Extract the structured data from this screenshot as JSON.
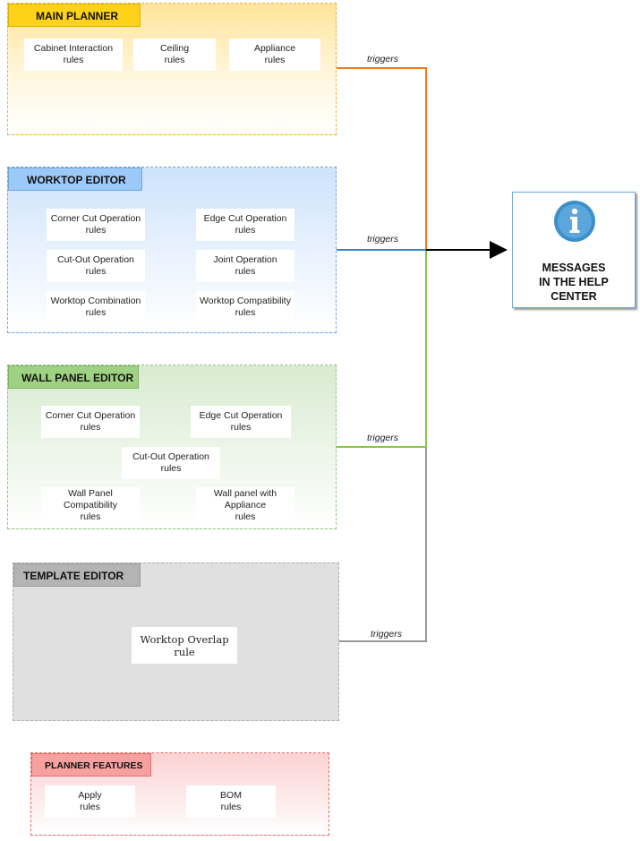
{
  "groups": {
    "main_planner": {
      "title": "MAIN PLANNER",
      "rules": [
        "Cabinet Interaction\nrules",
        "Ceiling\nrules",
        "Appliance\nrules"
      ]
    },
    "worktop_editor": {
      "title": "WORKTOP EDITOR",
      "rules": [
        "Corner Cut Operation\nrules",
        "Edge Cut Operation\nrules",
        "Cut-Out Operation\nrules",
        "Joint Operation\nrules",
        "Worktop Combination\nrules",
        "Worktop Compatibility\nrules"
      ]
    },
    "wall_panel_editor": {
      "title": "WALL PANEL EDITOR",
      "rules": [
        "Corner Cut Operation\nrules",
        "Edge Cut Operation\nrules",
        "Cut-Out Operation\nrules",
        "Wall Panel\nCompatibility\nrules",
        "Wall panel with\nAppliance\nrules"
      ]
    },
    "template_editor": {
      "title": "TEMPLATE EDITOR",
      "rules": [
        "Worktop Overlap\nrule"
      ]
    },
    "planner_features": {
      "title": "PLANNER FEATURES",
      "rules": [
        "Apply\nrules",
        "BOM\nrules"
      ]
    }
  },
  "connectors": {
    "label": "triggers",
    "colors": {
      "main": "#f07a1a",
      "worktop": "#3d85c6",
      "wall": "#8bc34a",
      "template": "#999999",
      "arrow": "#000000"
    }
  },
  "target": {
    "text": "MESSAGES\nIN THE HELP\nCENTER",
    "icon": "info-icon",
    "icon_color": "#3d8fc9"
  }
}
